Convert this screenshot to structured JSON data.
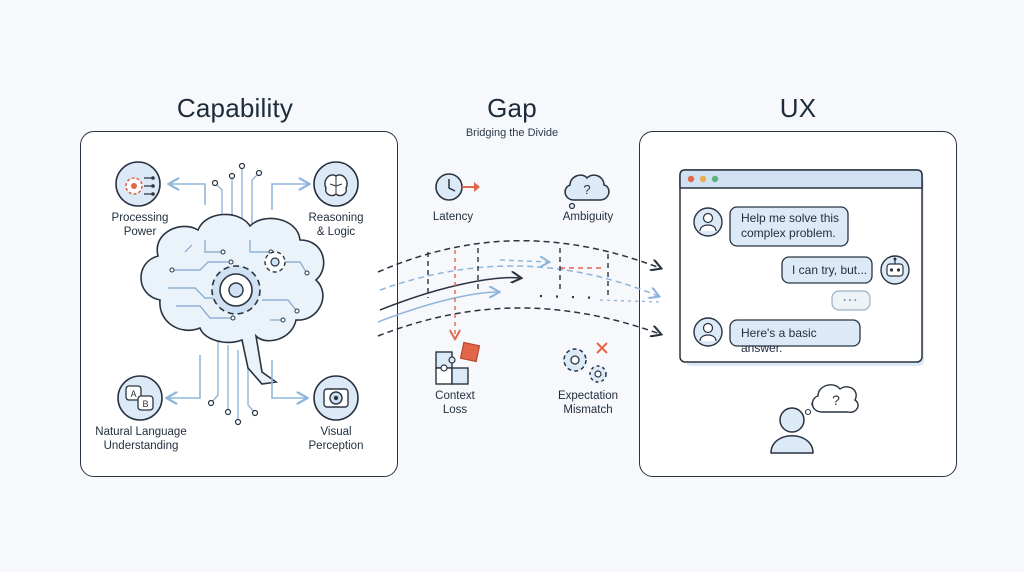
{
  "titles": {
    "capability": "Capability",
    "gap": "Gap",
    "gap_subtitle": "Bridging the Divide",
    "ux": "UX"
  },
  "capability": {
    "processing": [
      "Processing",
      "Power"
    ],
    "reasoning": [
      "Reasoning",
      "& Logic"
    ],
    "language": [
      "Natural Language",
      "Understanding"
    ],
    "visual": [
      "Visual",
      "Perception"
    ]
  },
  "gap": {
    "latency": "Latency",
    "ambiguity": "Ambiguity",
    "context": [
      "Context",
      "Loss"
    ],
    "expectation": [
      "Expectation",
      "Mismatch"
    ]
  },
  "ux": {
    "msg1": [
      "Help me solve this",
      "complex problem."
    ],
    "msg2": "I can try, but...",
    "typing": "...",
    "msg3": "Here's a basic answer.",
    "thought": "?"
  },
  "icons": {
    "ambiguity_glyph": "?",
    "language_a": "A",
    "language_b": "B"
  },
  "colors": {
    "accent_blue": "#cfe1f3",
    "line_blue": "#8fb5dc",
    "ink": "#2a3441",
    "accent_red": "#e2664a"
  }
}
